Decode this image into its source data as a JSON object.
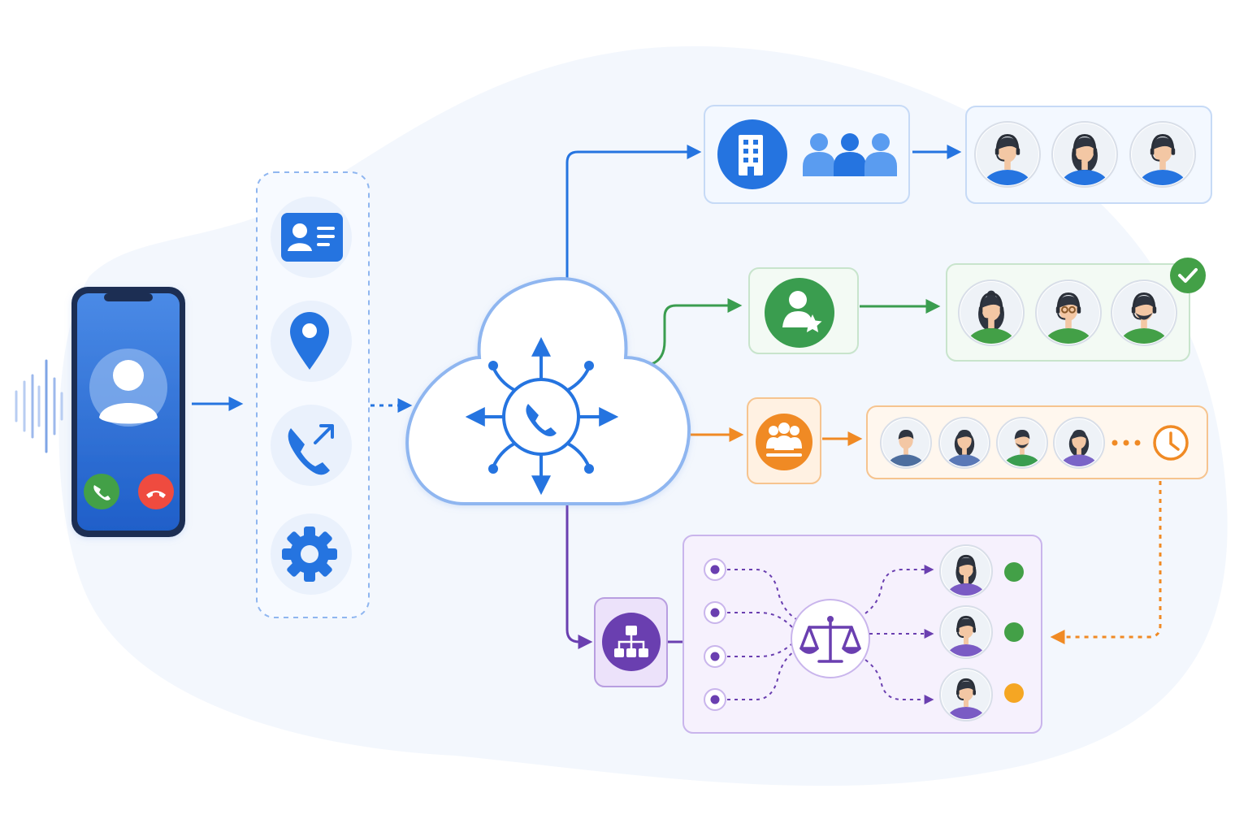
{
  "colors": {
    "blue": "#2574e0",
    "blue_light": "#5a9cf0",
    "green": "#3a9d4f",
    "orange": "#f08a24",
    "purple": "#6a3fb0",
    "red": "#ef4b3f",
    "ready": "#43a047",
    "busy": "#f5a623",
    "panel_blue": "#f3f8ff",
    "panel_green": "#f3faf4",
    "panel_orange": "#fff7ee",
    "panel_purple": "#f6f1fd",
    "skin": "#f3c7a4",
    "hair": "#2f3540"
  },
  "diagram": {
    "caller": {
      "device": "smartphone",
      "icons": [
        "person-icon",
        "accept-call-icon",
        "decline-call-icon",
        "sound-wave-icon"
      ]
    },
    "attributes": [
      "contact-card-icon",
      "location-pin-icon",
      "outgoing-call-icon",
      "gear-icon"
    ],
    "hub": {
      "icon": "phone-hub-icon"
    },
    "routes": [
      {
        "strategy": "department-routing",
        "icons": [
          "building-icon",
          "team-icon"
        ],
        "agents": 3
      },
      {
        "strategy": "skill-based-routing",
        "icons": [
          "star-user-icon"
        ],
        "agents": 3,
        "badge": "check-icon"
      },
      {
        "strategy": "queue-routing",
        "icons": [
          "group-icon"
        ],
        "agents": 4,
        "extra": [
          "ellipsis-icon",
          "clock-icon"
        ]
      },
      {
        "strategy": "load-balancing",
        "icons": [
          "hierarchy-icon",
          "scale-icon"
        ],
        "agents": 3,
        "status": [
          "ready",
          "ready",
          "busy"
        ]
      }
    ]
  }
}
